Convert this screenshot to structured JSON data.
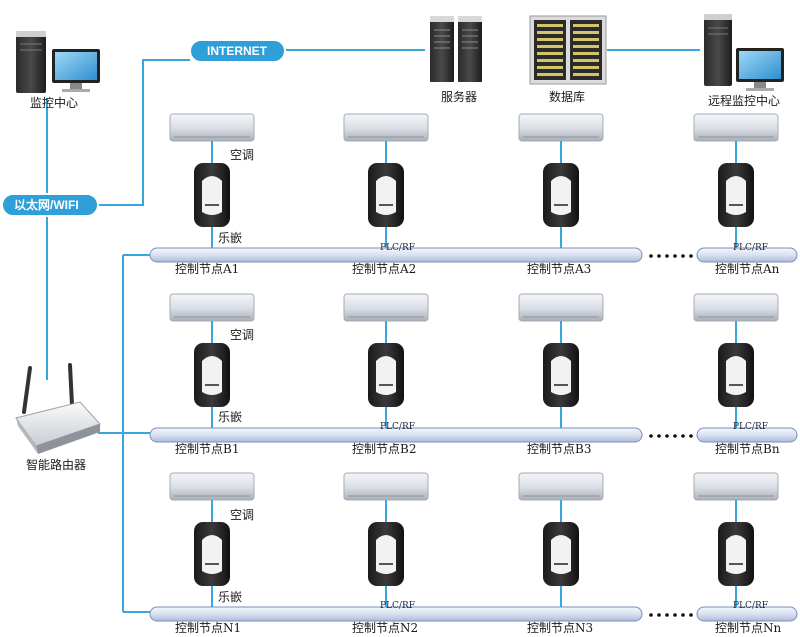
{
  "top": {
    "monitor_center": "监控中心",
    "internet": "INTERNET",
    "server": "服务器",
    "database": "数据库",
    "remote_center": "远程监控中心",
    "ethernet_wifi": "以太网/WIFI",
    "router": "智能路由器"
  },
  "device_labels": {
    "ac": "空调",
    "lejia": "乐嵌"
  },
  "bus_label": "PLC/RF",
  "rows": [
    {
      "nodes": [
        "控制节点A1",
        "控制节点A2",
        "控制节点A3",
        "控制节点An"
      ]
    },
    {
      "nodes": [
        "控制节点B1",
        "控制节点B2",
        "控制节点B3",
        "控制节点Bn"
      ]
    },
    {
      "nodes": [
        "控制节点N1",
        "控制节点N2",
        "控制节点N3",
        "控制节点Nn"
      ]
    }
  ],
  "colors": {
    "link_line": "#3aa6e0",
    "pill": "#2e9fd8",
    "bus_fill": "#dfe6f5",
    "bus_stroke": "#7a8fb8"
  }
}
